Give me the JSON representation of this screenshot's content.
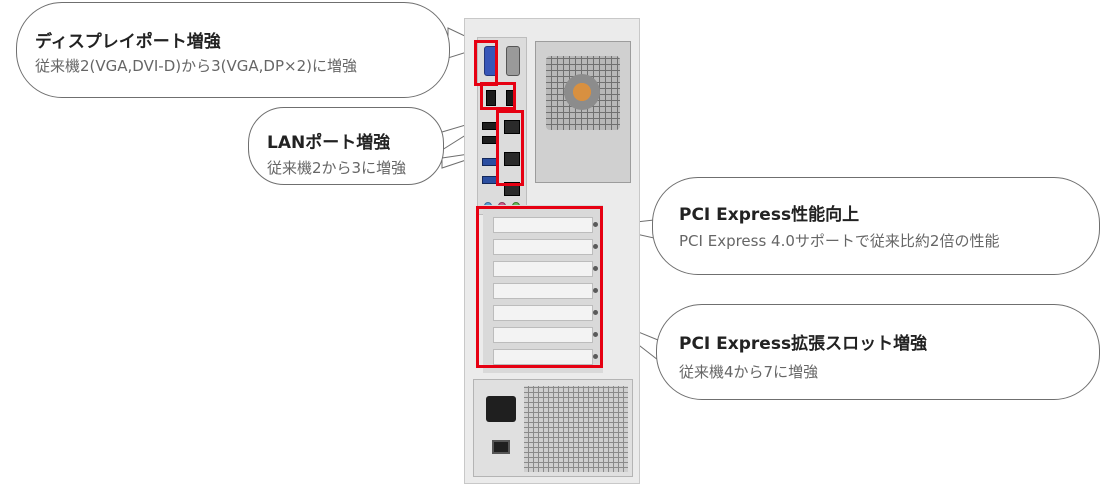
{
  "callouts": [
    {
      "title": "ディスプレイポート増強",
      "desc": "従来機2(VGA,DVI-D)から3(VGA,DP×2)に増強"
    },
    {
      "title": "LANポート増強",
      "desc": "従来機2から3に増強"
    },
    {
      "title": "PCI Express性能向上",
      "desc": "PCI Express 4.0サポートで従来比約2倍の性能"
    },
    {
      "title": "PCI Express拡張スロット増強",
      "desc": "従来機4から7に増強"
    }
  ],
  "colors": {
    "highlight": "#e60012",
    "bubble_border": "#6f6f6f",
    "title_text": "#222222",
    "desc_text": "#666666"
  },
  "counts": {
    "display_ports": 3,
    "lan_ports": 3,
    "expansion_slots": 7
  }
}
